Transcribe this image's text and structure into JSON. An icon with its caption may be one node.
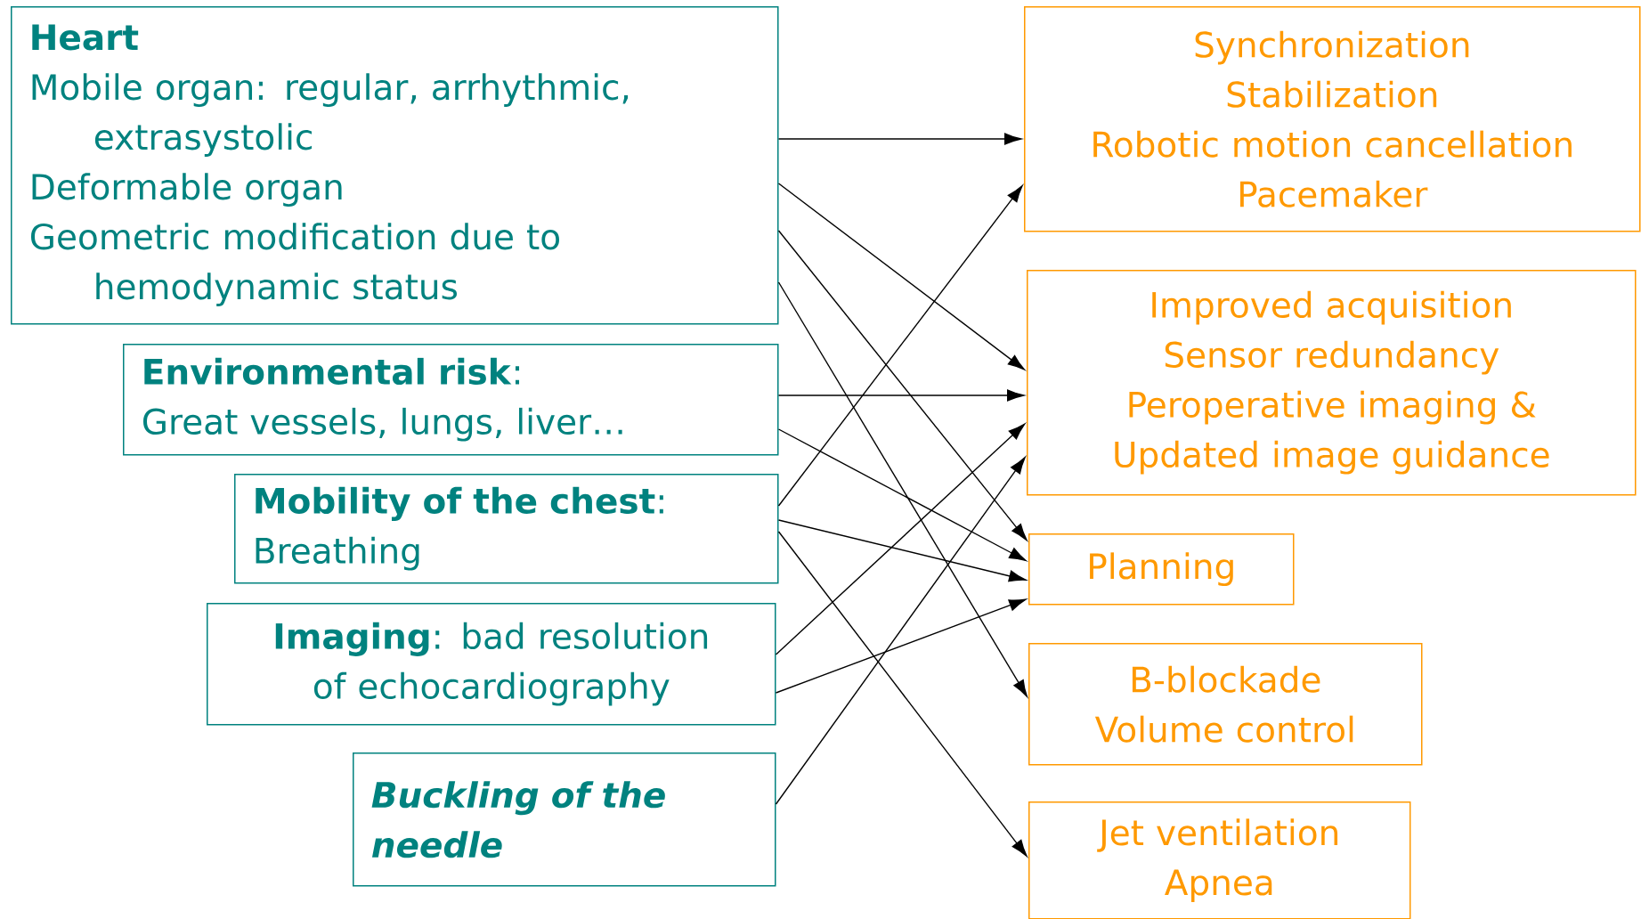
{
  "diagram": {
    "nodes": [
      {
        "text": [
          "Heart",
          "Mobile organ: regular, arrhythmic, extrasystolic",
          "Deformable organ",
          "Geometric modification due to hemodynamic status"
        ]
      },
      {
        "text": [
          "**Environmental risk**:",
          "Great vessels, lungs, liver…"
        ]
      },
      {
        "text": [
          "**Mobility of the chest**:",
          "Breathing"
        ]
      },
      {
        "text": [
          "**Imaging**: bad resolution of echocardiography"
        ]
      },
      {
        "text": [
          "Buckling of the needle"
        ]
      },
      {
        "text": [
          "Synchronization",
          "Stabilization",
          "Robotic motion cancellation",
          "Pacemaker"
        ]
      },
      {
        "text": [
          "Improved acquisition",
          "Sensor redundancy",
          "Peroperative imaging & Updated image guidance"
        ]
      },
      {
        "text": [
          "Planning"
        ]
      },
      {
        "text": [
          "B-blockade",
          "Volume control"
        ]
      },
      {
        "text": [
          "Jet ventilation",
          "Apnea"
        ]
      }
    ],
    "edges": [
      {
        "from": 0,
        "to": 5,
        "arrow": "to"
      },
      {
        "from": 0,
        "to": 6,
        "arrow": "to"
      },
      {
        "from": 0,
        "to": 7,
        "arrow": "to"
      },
      {
        "from": 0,
        "to": 8,
        "arrow": "to"
      },
      {
        "from": 1,
        "to": 6,
        "arrow": "to"
      },
      {
        "from": 1,
        "to": 7,
        "arrow": "to"
      },
      {
        "from": 2,
        "to": 5,
        "arrow": "to"
      },
      {
        "from": 2,
        "to": 7,
        "arrow": "to"
      },
      {
        "from": 2,
        "to": 9,
        "arrow": "to"
      },
      {
        "from": 3,
        "to": 6,
        "arrow": "to"
      },
      {
        "from": 3,
        "to": 7,
        "arrow": "to"
      },
      {
        "from": 4,
        "to": 6,
        "arrow": "to"
      }
    ]
  }
}
